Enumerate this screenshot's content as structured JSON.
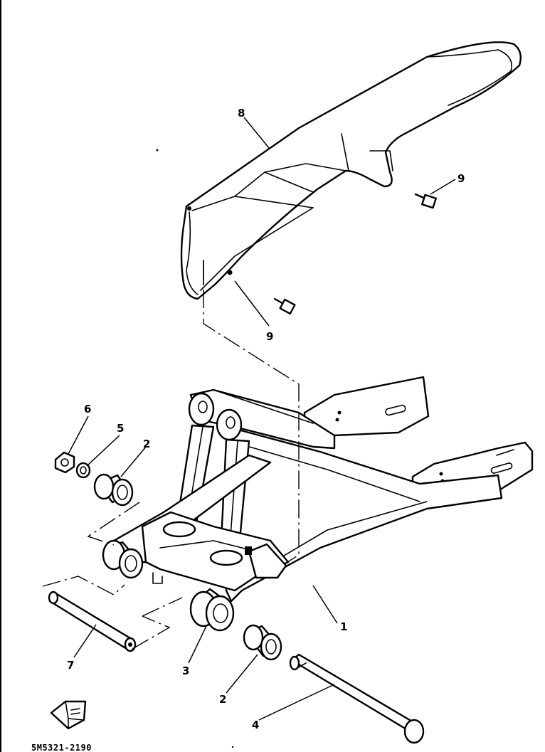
{
  "callouts": {
    "c1": "1",
    "c2a": "2",
    "c2b": "2",
    "c3": "3",
    "c4": "4",
    "c5": "5",
    "c6": "6",
    "c7": "7",
    "c8": "8",
    "c9a": "9",
    "c9b": "9"
  },
  "footer": {
    "drawing_code": "5M5321-2190"
  }
}
